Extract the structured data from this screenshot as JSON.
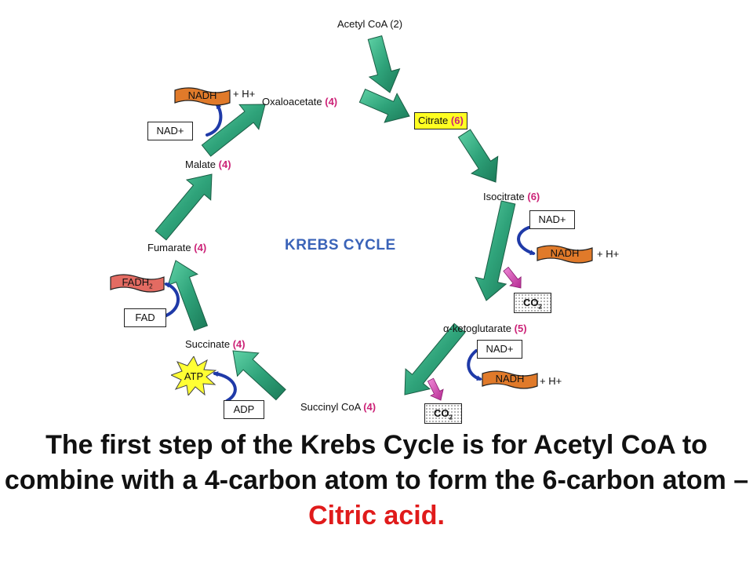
{
  "diagram": {
    "title": "KREBS CYCLE",
    "molecules": {
      "acetyl_coa": {
        "name": "Acetyl CoA",
        "carbons": "(2)"
      },
      "citrate": {
        "name": "Citrate",
        "carbons": "(6)"
      },
      "isocitrate": {
        "name": "Isocitrate",
        "carbons": "(6)"
      },
      "ketoglutarate": {
        "name": "α-ketoglutarate",
        "carbons": "(5)"
      },
      "succinyl_coa": {
        "name": "Succinyl CoA",
        "carbons": "(4)"
      },
      "succinate": {
        "name": "Succinate",
        "carbons": "(4)"
      },
      "fumarate": {
        "name": "Fumarate",
        "carbons": "(4)"
      },
      "malate": {
        "name": "Malate",
        "carbons": "(4)"
      },
      "oxaloacetate": {
        "name": "Oxaloacetate",
        "carbons": "(4)"
      }
    },
    "cofactors": {
      "nad": "NAD+",
      "nadh": "NADH",
      "h_plus": "+ H+",
      "co2": "CO2",
      "fad": "FAD",
      "fadh2": "FADH2",
      "atp": "ATP",
      "adp": "ADP"
    },
    "colors": {
      "arrow_green": "#2fa37a",
      "nadh_orange": "#e07a2a",
      "fadh2_red": "#e36b62",
      "citrate_yellow": "#ffff22",
      "atp_yellow": "#ffff33",
      "curve_blue": "#1f3aa8",
      "co2_pink": "#d63fb5",
      "title_blue": "#3a63b8",
      "carbon_count": "#cc2277",
      "caption_highlight": "#e01b1b"
    }
  },
  "caption": {
    "part1": "The first step of the Krebs Cycle is for Acetyl CoA to combine with a 4-carbon atom to form the 6-carbon atom –",
    "highlight": "Citric acid."
  }
}
